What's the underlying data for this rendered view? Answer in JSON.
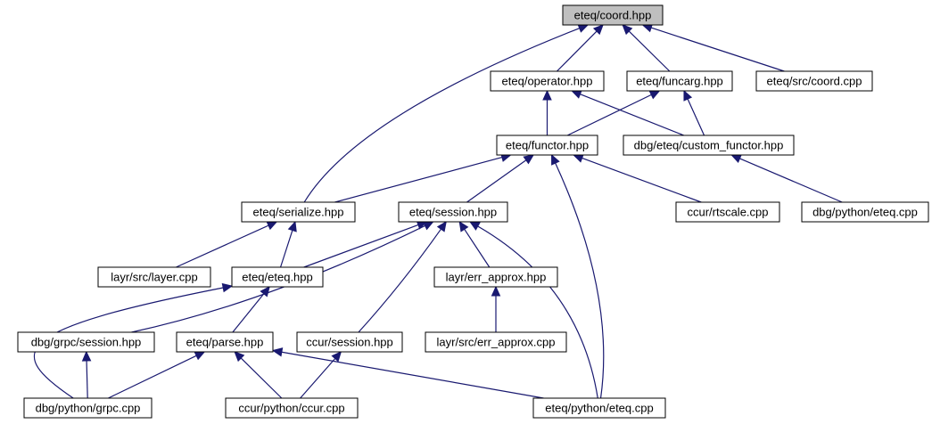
{
  "nodes": {
    "coord_hpp": "eteq/coord.hpp",
    "operator_hpp": "eteq/operator.hpp",
    "funcarg_hpp": "eteq/funcarg.hpp",
    "src_coord_cpp": "eteq/src/coord.cpp",
    "functor_hpp": "eteq/functor.hpp",
    "custom_functor_hpp": "dbg/eteq/custom_functor.hpp",
    "serialize_hpp": "eteq/serialize.hpp",
    "session_hpp": "eteq/session.hpp",
    "rtscale_cpp": "ccur/rtscale.cpp",
    "python_eteq_cpp_dbg": "dbg/python/eteq.cpp",
    "layer_cpp": "layr/src/layer.cpp",
    "eteq_hpp": "eteq/eteq.hpp",
    "err_approx_hpp": "layr/err_approx.hpp",
    "grpc_session_hpp": "dbg/grpc/session.hpp",
    "parse_hpp": "eteq/parse.hpp",
    "ccur_session_hpp": "ccur/session.hpp",
    "err_approx_cpp": "layr/src/err_approx.cpp",
    "python_grpc_cpp": "dbg/python/grpc.cpp",
    "python_ccur_cpp": "ccur/python/ccur.cpp",
    "python_eteq_cpp": "eteq/python/eteq.cpp"
  },
  "colors": {
    "edge": "#191970",
    "selected_fill": "#bfbfbf",
    "node_fill": "#ffffff",
    "node_border": "#000000"
  }
}
